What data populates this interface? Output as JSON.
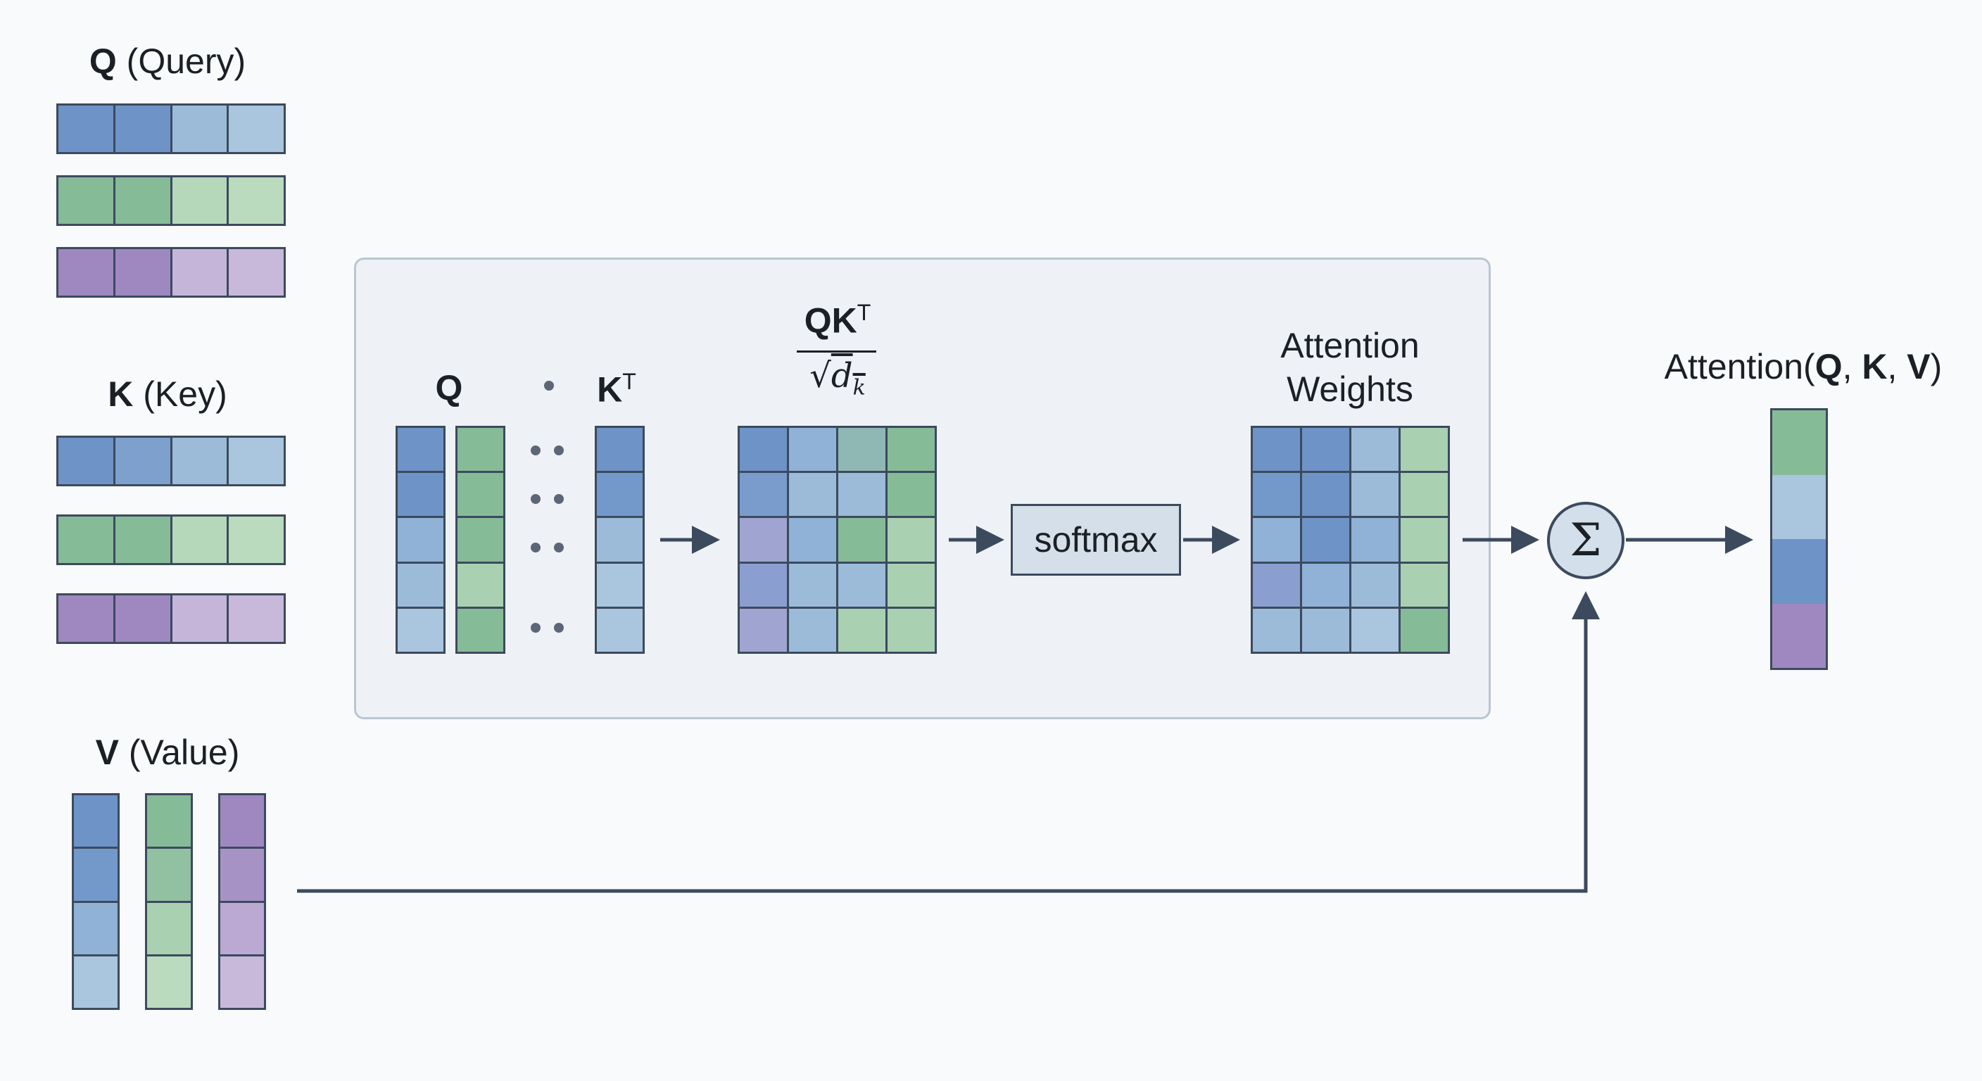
{
  "inputs": {
    "query": {
      "bold": "Q",
      "rest": " (Query)"
    },
    "key": {
      "bold": "K",
      "rest": " (Key)"
    },
    "value": {
      "bold": "V",
      "rest": " (Value)"
    }
  },
  "panel": {
    "q_label": "Q",
    "dot": "·",
    "kt_label": "K",
    "kt_sup": "T",
    "fraction_num": "QK",
    "fraction_sup": "T",
    "fraction_sqrt": "√",
    "fraction_den": "d",
    "fraction_den_sub": "k",
    "softmax": "softmax",
    "attention_weights_line1": "Attention",
    "attention_weights_line2": "Weights"
  },
  "sum_symbol": "Σ",
  "output": {
    "prefix": "Attention(",
    "q": "Q",
    "sep1": ", ",
    "k": "K",
    "sep2": ", ",
    "v": "V",
    "suffix": ")"
  },
  "colors": {
    "blue_dark": "#6e93c7",
    "blue_light": "#a9c6de",
    "green_dark": "#86bb98",
    "green_light": "#bbdbbf",
    "purple_dark": "#9f88c0",
    "purple_light": "#c8b9db",
    "stroke": "#3c4a5e",
    "panel_bg": "#eef2f6"
  }
}
